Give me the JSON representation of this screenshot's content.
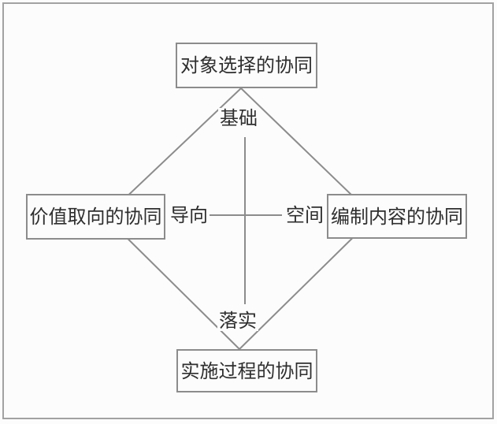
{
  "diagram": {
    "nodes": {
      "top": {
        "label": "对象选择的协同"
      },
      "left": {
        "label": "价值取向的协同"
      },
      "right": {
        "label": "编制内容的协同"
      },
      "bottom": {
        "label": "实施过程的协同"
      }
    },
    "edge_labels": {
      "foundation": {
        "label": "基础"
      },
      "orientation": {
        "label": "导向"
      },
      "space": {
        "label": "空间"
      },
      "implementation": {
        "label": "落实"
      }
    },
    "colors": {
      "background": "#fcfcfc",
      "line": "#8c8c8c",
      "frame": "#a2a2a2",
      "text": "#2e2e2e"
    }
  }
}
